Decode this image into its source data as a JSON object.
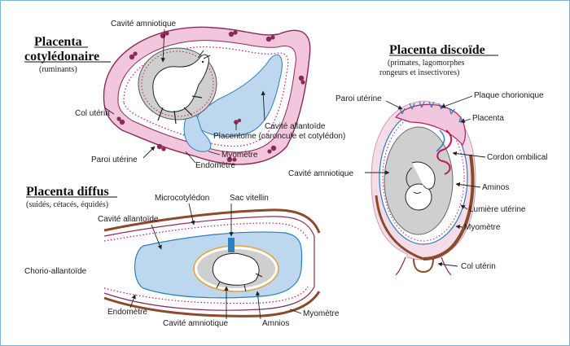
{
  "colors": {
    "uterine_wall": "#f2c6dc",
    "uterine_outline": "#8b2a55",
    "allantois": "#bcd7ee",
    "amnion": "#cfcfcf",
    "dots": "#c2185b",
    "vessels": "#2c7fc0",
    "myometrium": "#8a4b2a",
    "yolk": "#e8a23a",
    "border": "#7fb3d5"
  },
  "icons": [
    "fetus-ruminant-illustration",
    "fetus-human-illustration",
    "fetus-pig-illustration"
  ],
  "panels": {
    "cotyledonary": {
      "title_line1": "Placenta",
      "title_line2": "cotylédonaire",
      "subtitle": "(ruminants)",
      "labels": {
        "amniotic_cavity": "Cavité amniotique",
        "cervix": "Col utérin",
        "uterine_wall": "Paroi utérine",
        "allantoic_cavity": "Cavité allantoïde",
        "placentome": "Placentome (caroncule et cotylédon)",
        "myometrium": "Myomètre",
        "endometrium": "Endomètre"
      }
    },
    "discoid": {
      "title": "Placenta discoïde",
      "subtitle_line1": "(primates, lagomorphes",
      "subtitle_line2": "rongeurs et insectivores)",
      "labels": {
        "uterine_wall": "Paroi utérine",
        "chorionic_plate": "Plaque chorionique",
        "placenta": "Placenta",
        "umbilical_cord": "Cordon ombilical",
        "amniotic_cavity": "Cavité amniotique",
        "amnion": "Aminos",
        "uterine_lumen": "Lumière utérine",
        "myometrium": "Myomètre",
        "cervix": "Col utérin"
      }
    },
    "diffuse": {
      "title": "Placenta diffus",
      "subtitle": "(suidés, cétacés, équidés)",
      "labels": {
        "microcotyledon": "Microcotylédon",
        "yolk_sac": "Sac vitellin",
        "allantoic_cavity": "Cavité allantoïde",
        "chorio_allantois": "Chorio-allantoïde",
        "endometrium": "Endomètre",
        "amniotic_cavity": "Cavité amniotique",
        "amnion": "Amnios",
        "myometrium": "Myomètre"
      }
    }
  }
}
